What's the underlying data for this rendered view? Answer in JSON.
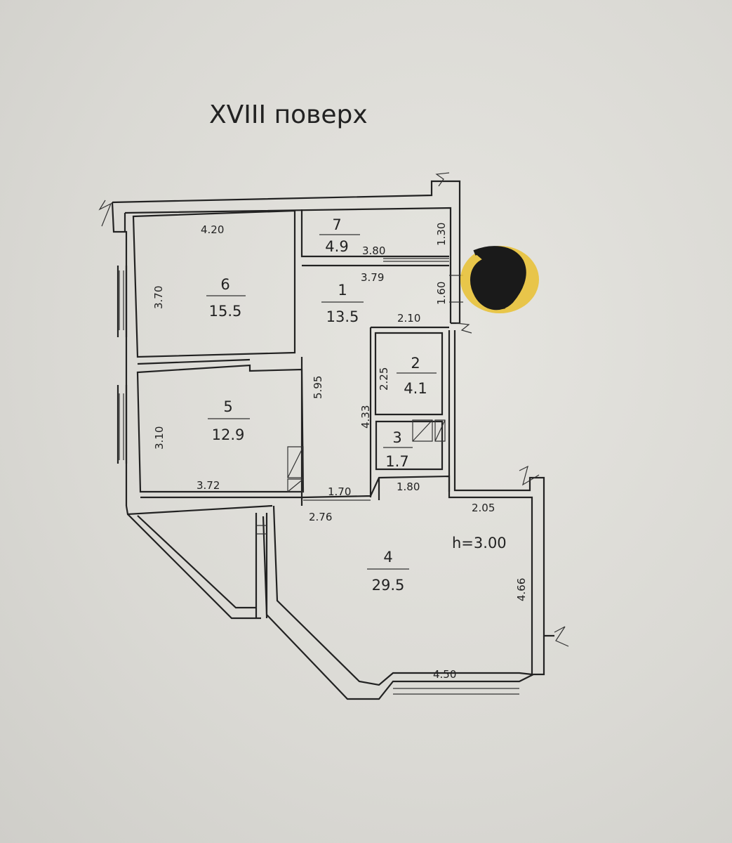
{
  "title": "XVIII поверх",
  "rooms": [
    {
      "num": "1",
      "area": "13.5"
    },
    {
      "num": "2",
      "area": "4.1"
    },
    {
      "num": "3",
      "area": "1.7"
    },
    {
      "num": "4",
      "area": "29.5"
    },
    {
      "num": "5",
      "area": "12.9"
    },
    {
      "num": "6",
      "area": "15.5"
    },
    {
      "num": "7",
      "area": "4.9"
    }
  ],
  "dimensions": {
    "d_420": "4.20",
    "d_370": "3.70",
    "d_380": "3.80",
    "d_130": "1.30",
    "d_379": "3.79",
    "d_160": "1.60",
    "d_210": "2.10",
    "d_595": "5.95",
    "d_225": "2.25",
    "d_433": "4.33",
    "d_310": "3.10",
    "d_372": "3.72",
    "d_170": "1.70",
    "d_180": "1.80",
    "d_276": "2.76",
    "d_205": "2.05",
    "d_466": "4.66",
    "d_450": "4.50"
  },
  "ceiling_height": "h=3.00",
  "marks": {
    "highlight_color": "#e8c23a",
    "scribble_color": "#1a1a1a"
  }
}
